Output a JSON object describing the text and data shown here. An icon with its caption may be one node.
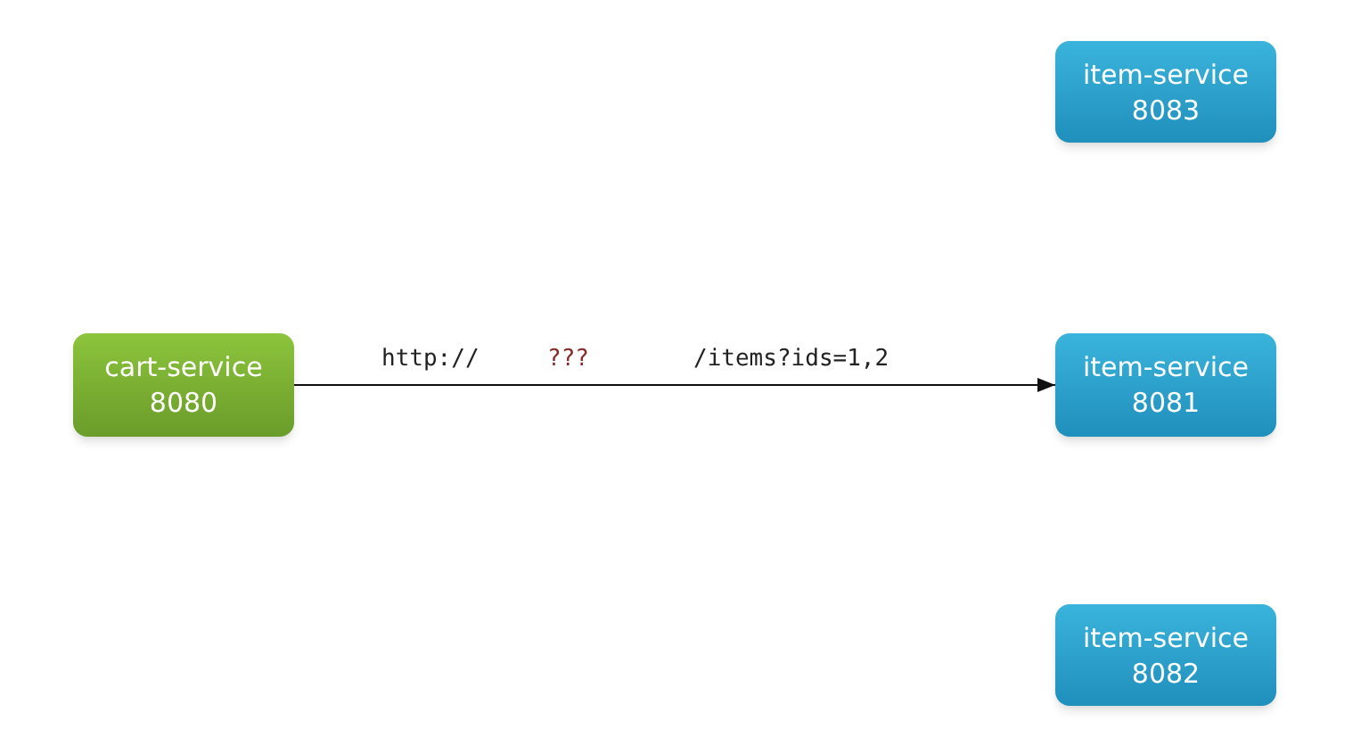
{
  "diagram": {
    "nodes": [
      {
        "text": [
          "item-service",
          "8083"
        ]
      },
      {
        "text": [
          "cart-service",
          "8080"
        ]
      },
      {
        "text": [
          "item-service",
          "8081"
        ]
      },
      {
        "text": [
          "item-service",
          "8082"
        ]
      }
    ],
    "edges": [
      {
        "from": 1,
        "to": 2,
        "arrow": "to"
      }
    ],
    "labels": [
      "http://",
      "???",
      "/items?ids=1,2"
    ]
  }
}
